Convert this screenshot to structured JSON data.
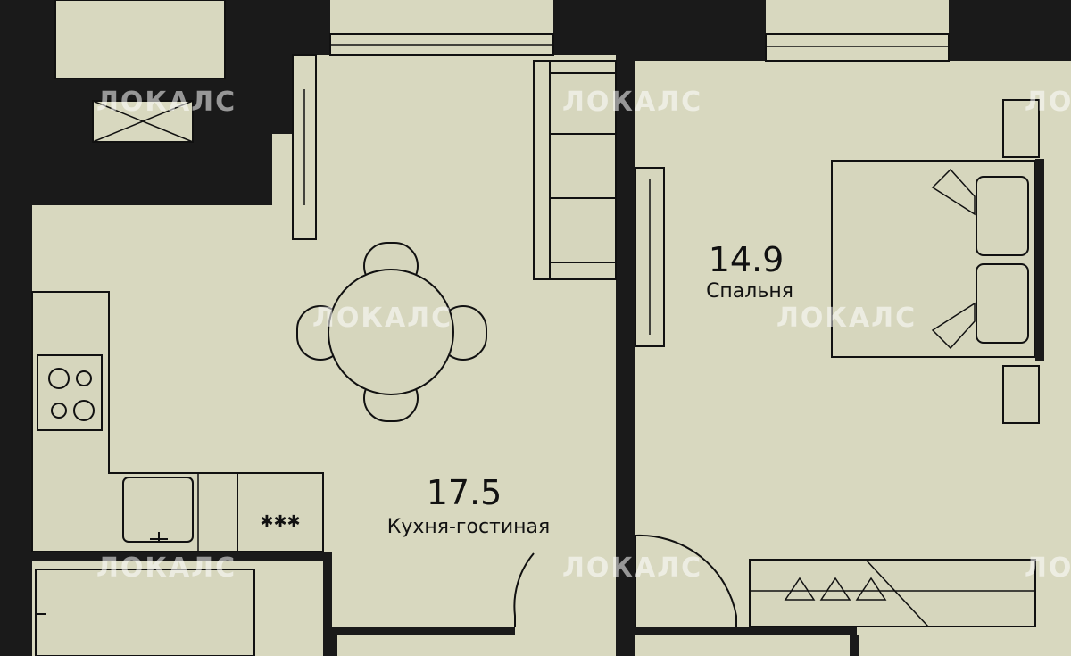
{
  "rooms": {
    "kitchen_living": {
      "area": "17.5",
      "name": "Кухня-гостиная"
    },
    "bedroom": {
      "area": "14.9",
      "name": "Спальня"
    }
  },
  "stove_symbol": "✱✱✱",
  "watermark": "ЛОКАЛС",
  "colors": {
    "floor": "#d8d8bf",
    "wall": "#1a1a1a",
    "line": "#111111",
    "watermark": "#ffffff"
  }
}
